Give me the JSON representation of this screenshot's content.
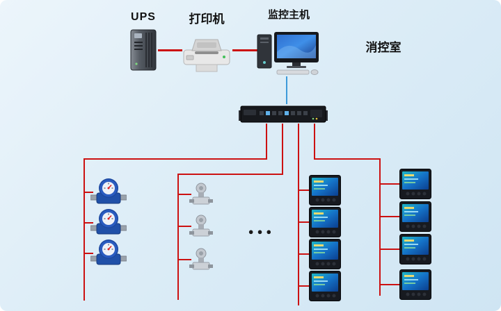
{
  "diagram": {
    "labels": {
      "ups": "UPS",
      "printer": "打印机",
      "host": "监控主机",
      "control_room": "消控室",
      "ellipsis": "●●●"
    },
    "colors": {
      "link_line": "#cc1111",
      "uplink_line": "#3d9ad9",
      "background_start": "#ecf5fb",
      "background_end": "#cfe5f3"
    },
    "devices": {
      "ups_tower": "ups-tower",
      "printer": "laser-printer",
      "host": "monitoring-host-computer",
      "collector": "data-collector-switch",
      "water_meter_count": 3,
      "valve_meter_count": 3,
      "power_meter_left_count": 4,
      "power_meter_right_count": 4
    }
  }
}
